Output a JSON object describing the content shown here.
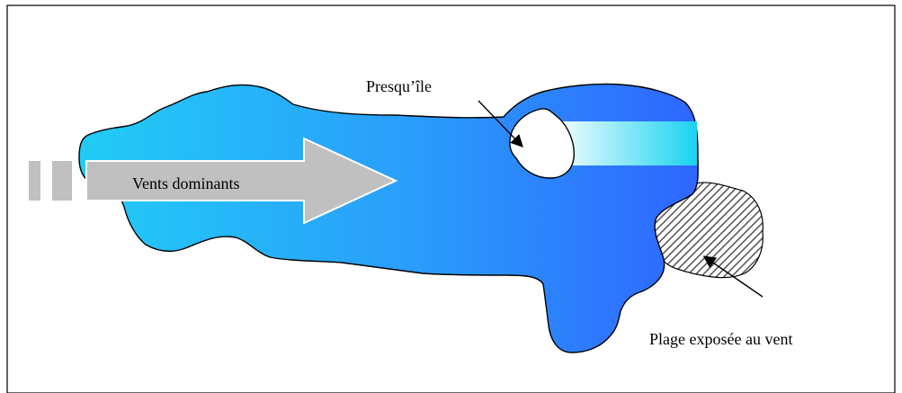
{
  "diagram": {
    "labels": {
      "wind": "Vents dominants",
      "peninsula": "Presqu’île",
      "beach": "Plage exposée au vent"
    },
    "colors": {
      "lake_left": "#22ccf6",
      "lake_right": "#2f66ff",
      "wind_arrow": "#c0c0c0",
      "fetch_band_start": "#ffffff",
      "fetch_band_end": "#19d3f0",
      "outline": "#000000",
      "hatch": "#555555"
    },
    "icons": {
      "wind_arrow": "right-arrow-icon",
      "pointer": "pointer-arrow-icon"
    }
  }
}
